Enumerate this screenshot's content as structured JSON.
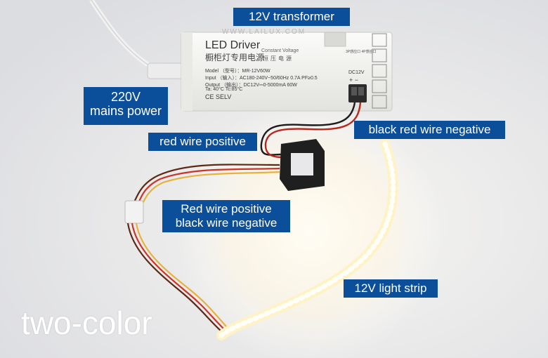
{
  "labels": {
    "transformer": "12V transformer",
    "mains": "220V\nmains power",
    "red_positive": "red wire positive",
    "black_red_negative": "black red wire negative",
    "red_black": "Red wire positive\nblack wire negative",
    "strip": "12V light strip",
    "two_color": "two-color"
  },
  "driver": {
    "watermark": "WWW.LAILUX.COM",
    "title": "LED Driver",
    "subtitle_cn": "橱柜灯专用电源",
    "constant_voltage": "Constant Voltage",
    "constant_voltage_cn": "恒压电源",
    "model": "Model  （型号）：MR-12V60W",
    "input": "Input   （输入）：AC180-240V~50/60Hz  0.7A  PF≥0.5",
    "output": "Output （输出）：DC12V⎓0-5000mA 60W",
    "ta": "Ta: 40°C    Tc:85°C",
    "marks": "CE SELV",
    "dc_label": "DC12V",
    "dc_polarity": "+ −",
    "side_text": "3P感应口  4P感应口"
  },
  "colors": {
    "label_bg": "#0b4f9a",
    "label_text": "#ffffff",
    "background": "#ececee",
    "driver_body": "#f4f4f2"
  }
}
